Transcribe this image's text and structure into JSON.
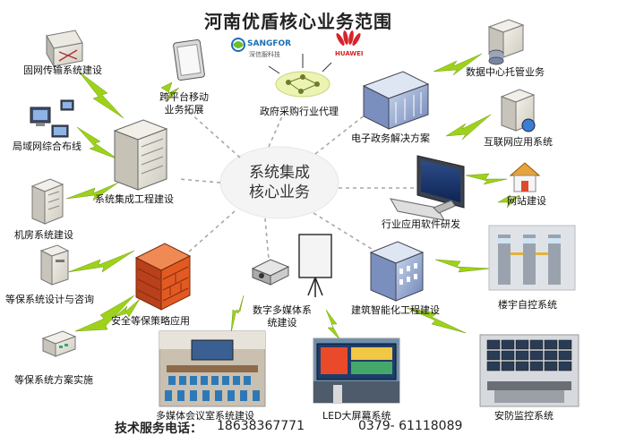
{
  "title": "河南优盾核心业务范围",
  "center_lines": [
    "系统集成",
    "核心业务"
  ],
  "logos": {
    "sangfor": "SANGFOR",
    "sangfor_cn": "深信服科技",
    "huawei": "HUAWEI"
  },
  "nodes": {
    "fixed_network": "固网传输系统建设",
    "cross_platform_1": "跨平台移动",
    "cross_platform_2": "业务拓展",
    "gov_procurement": "政府采购行业代理",
    "data_center": "数据中心托管业务",
    "lan_cabling": "局域网综合布线",
    "egov": "电子政务解决方案",
    "internet_app": "互联网应用系统",
    "sys_integration": "系统集成工程建设",
    "website": "网站建设",
    "machine_room": "机房系统建设",
    "industry_software": "行业应用软件研发",
    "grade_protect_design": "等保系统设计与咨询",
    "building_control": "楼宇自控系统",
    "security_strategy": "安全等保策略应用",
    "multimedia_1": "数字多媒体系",
    "multimedia_2": "统建设",
    "smart_building": "建筑智能化工程建设",
    "grade_protect_impl": "等保系统方案实施",
    "conference": "多媒体会议室系统建设",
    "led_screen": "LED大屏幕系统",
    "security_monitor": "安防监控系统"
  },
  "footer": {
    "label": "技术服务电话：",
    "phone1": "18638367771",
    "phone2": "0379- 61118089"
  },
  "colors": {
    "lightning": "#9ed21a",
    "dash": "#a8a8a8",
    "firewall": "#e25a22",
    "huawei": "#d8232a",
    "sangfor": "#1a6fb4"
  }
}
